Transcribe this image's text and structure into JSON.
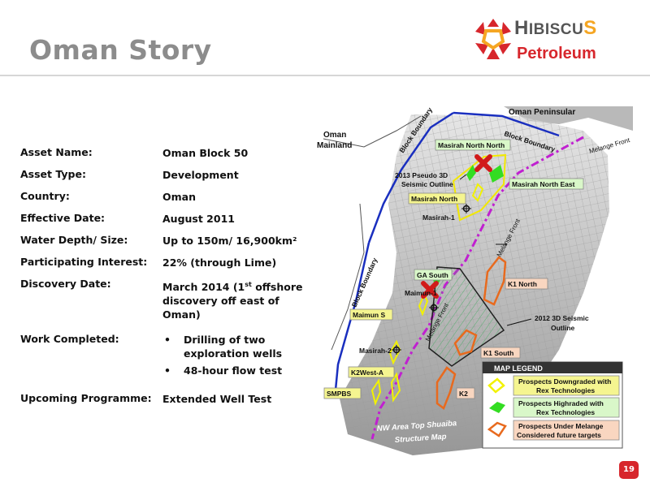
{
  "slide": {
    "title": "Oman Story",
    "page_number": "19"
  },
  "logo": {
    "word1_start": "H",
    "word1_main": "IBISCU",
    "word1_end": "S",
    "word2": "Petroleum"
  },
  "info": {
    "asset_name_label": "Asset Name:",
    "asset_name_value": "Oman Block 50",
    "asset_type_label": "Asset Type:",
    "asset_type_value": "Development",
    "country_label": "Country:",
    "country_value": "Oman",
    "effective_date_label": "Effective Date:",
    "effective_date_value": "August 2011",
    "water_depth_label": "Water Depth/ Size:",
    "water_depth_value": "Up to 150m/ 16,900km²",
    "interest_label": "Participating Interest:",
    "interest_value": "22% (through Lime)",
    "discovery_label": "Discovery Date:",
    "discovery_value_a": "March 2014 (1",
    "discovery_value_sup": "st",
    "discovery_value_b": " offshore discovery off east of Oman)",
    "work_label": "Work Completed:",
    "work_items": [
      "Drilling of two exploration wells",
      "48-hour flow test"
    ],
    "programme_label": "Upcoming Programme:",
    "programme_value": "Extended Well Test"
  },
  "map": {
    "oman_peninsular": "Oman Peninsular",
    "oman_mainland_1": "Oman",
    "oman_mainland_2": "Mainland",
    "block_boundary_top": "Block Boundary",
    "block_boundary_right": "Block Boundary",
    "block_boundary_left": "Block Boundary",
    "melange_front_top": "Melange Front",
    "melange_front_mid": "Melange Front",
    "melange_front_low": "Melange Front",
    "masirah_north_north": "Masirah North North",
    "masirah_north_east": "Masirah North East",
    "masirah_north": "Masirah North",
    "pseudo_3d_1": "2013 Pseudo 3D",
    "pseudo_3d_2": "Seismic Outline",
    "masirah_1": "Masirah-1",
    "ga_south": "GA South",
    "k1_north": "K1 North",
    "maimun_1": "Maimun-1",
    "maimun_s": "Maimun S",
    "seismic_2012_1": "2012 3D Seismic",
    "seismic_2012_2": "Outline",
    "masirah_2": "Masirah-2",
    "k1_south": "K1 South",
    "k2_west_a": "K2West-A",
    "smpbs": "SMPBS",
    "k2": "K2",
    "structure_map_1": "NW Area Top Shuaiba",
    "structure_map_2": "Structure Map",
    "legend_title": "MAP LEGEND",
    "legend_yellow": [
      "Prospects Downgraded with",
      "Rex Technologies"
    ],
    "legend_green": [
      "Prospects Highraded with",
      "Rex Technologies"
    ],
    "legend_orange": [
      "Prospects Under Melange",
      "Considered future targets"
    ],
    "colors": {
      "yellow": "#f2f200",
      "green": "#33dd22",
      "orange": "#e86a1e",
      "boundary": "#1a2fbf",
      "melange": "#c020d0",
      "seismic_2013": "#f2e800",
      "red_mark": "#d11a1a"
    }
  }
}
